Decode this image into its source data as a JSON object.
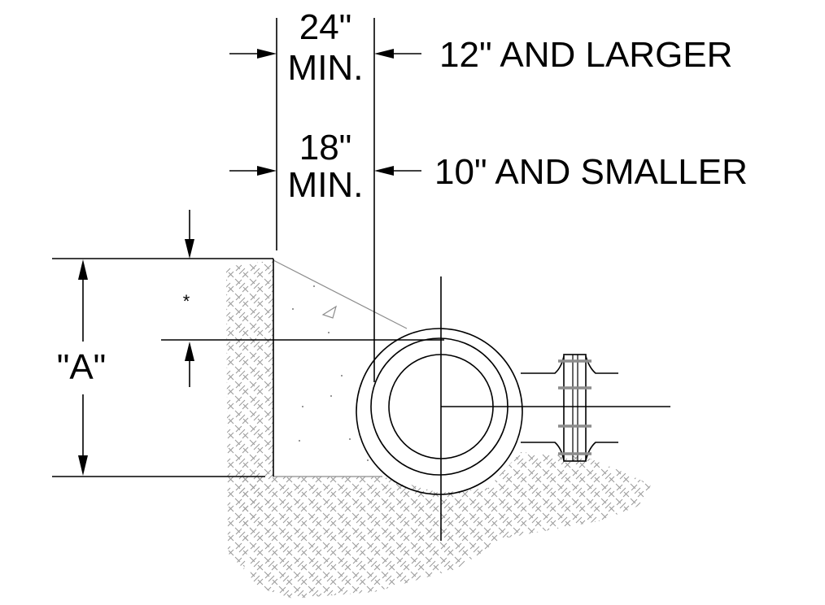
{
  "dimensions": {
    "large_clearance": "24\"",
    "large_min": "MIN.",
    "large_pipe_note": "12\" AND LARGER",
    "small_clearance": "18\"",
    "small_min": "MIN.",
    "small_pipe_note": "10\" AND SMALLER",
    "depth_label": "\"A\"",
    "note_marker": "*"
  },
  "colors": {
    "line": "#000000",
    "hatch": "#9a9a9a",
    "bolt": "#8c8c8c"
  }
}
